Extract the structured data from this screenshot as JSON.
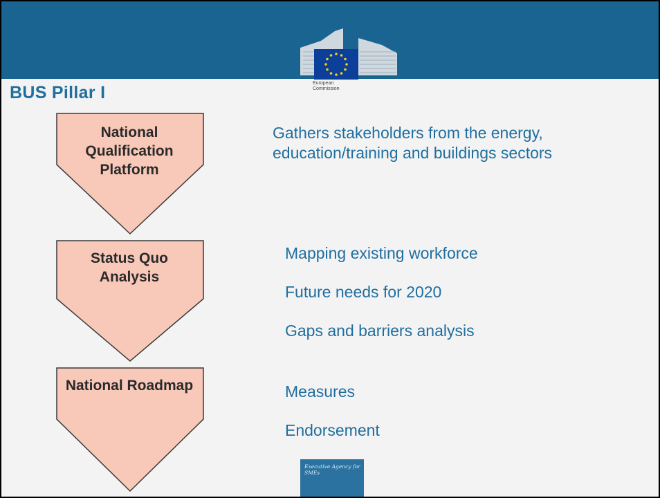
{
  "slide": {
    "title": "BUS Pillar I"
  },
  "header_logo": {
    "text": "European Commission"
  },
  "footer_logo": {
    "text": "Executive Agency for SMEs"
  },
  "steps": [
    {
      "label": "National Qualification Platform",
      "descriptions": [
        "Gathers stakeholders from the energy, education/training and buildings sectors"
      ]
    },
    {
      "label": "Status Quo Analysis",
      "descriptions": [
        "Mapping existing workforce",
        "Future needs for 2020",
        "Gaps and barriers analysis"
      ]
    },
    {
      "label": "National Roadmap",
      "descriptions": [
        "Measures",
        "Endorsement"
      ]
    }
  ],
  "colors": {
    "banner": "#1a6491",
    "chevron_fill": "#f8c8b8",
    "chevron_stroke": "#3a3a3a",
    "title_text": "#1f6e9f",
    "description_text": "#1f6e9f"
  }
}
